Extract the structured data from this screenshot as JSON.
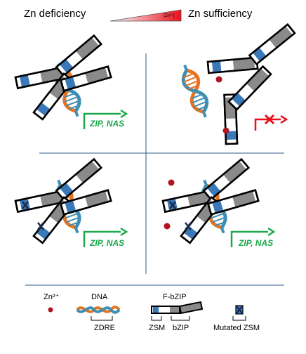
{
  "header": {
    "left_label": "Zn deficiency",
    "right_label": "Zn sufficiency",
    "gradient_label": "[Zn²⁺]"
  },
  "panels": {
    "top_left_genes": "ZIP, NAS",
    "bottom_left_genes": "ZIP, NAS",
    "bottom_right_genes": "ZIP, NAS"
  },
  "legend": {
    "zn_label": "Zn²⁺",
    "dna_label": "DNA",
    "fbzip_label": "F-bZIP",
    "zdre_label": "ZDRE",
    "zsm_label": "ZSM",
    "bzip_label": "bZIP",
    "mutated_label": "Mutated ZSM"
  },
  "colors": {
    "zn": "#b0141e",
    "dna_orange": "#e8731f",
    "dna_blue": "#3f8fb3",
    "zsm_blue": "#3a78b8",
    "bzip_gray": "#8a8a8a",
    "arrow_green": "#1aa84a",
    "block_red": "#e8101a",
    "divider_blue": "#2f5a8a"
  }
}
